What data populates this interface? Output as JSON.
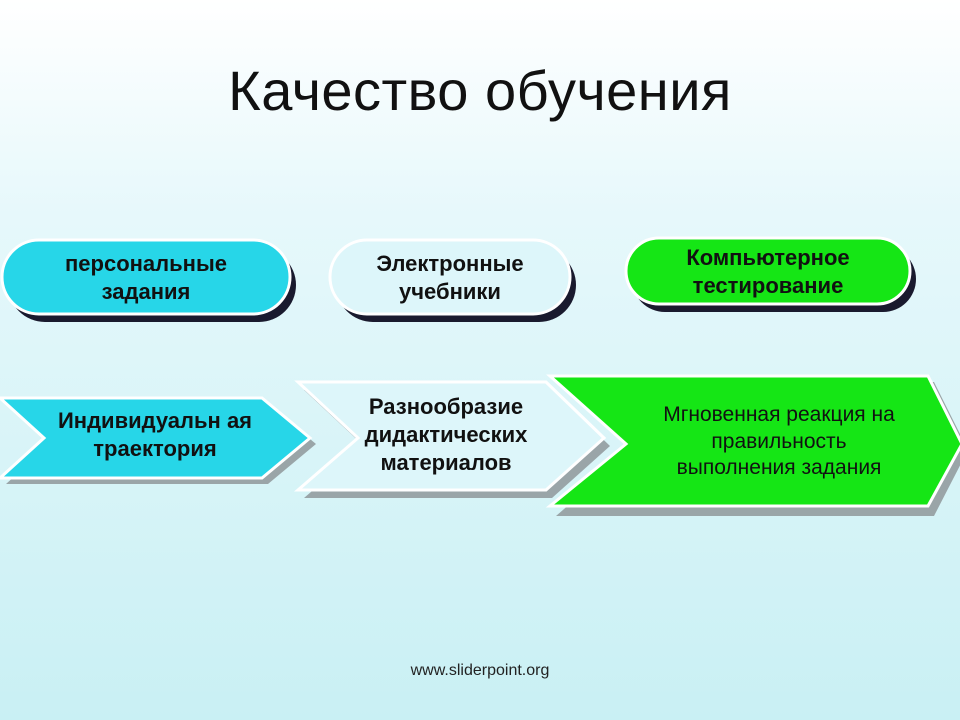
{
  "title": "Качество обучения",
  "top_row": [
    {
      "text": "персональные задания",
      "color": "#27d6e8"
    },
    {
      "text": "Электронные учебники",
      "color": "#ddf6fa"
    },
    {
      "text": "Компьютерное тестирование",
      "color": "#15e615"
    }
  ],
  "bottom_row": [
    {
      "text": "Индивидуальн ая траектория",
      "color": "#27d6e8"
    },
    {
      "text": "Разнообразие дидактических материалов",
      "color": "#ddf6fa"
    },
    {
      "text": "Мгновенная реакция на правильность выполнения задания",
      "color": "#15e615"
    }
  ],
  "footer": "www.sliderpoint.org"
}
